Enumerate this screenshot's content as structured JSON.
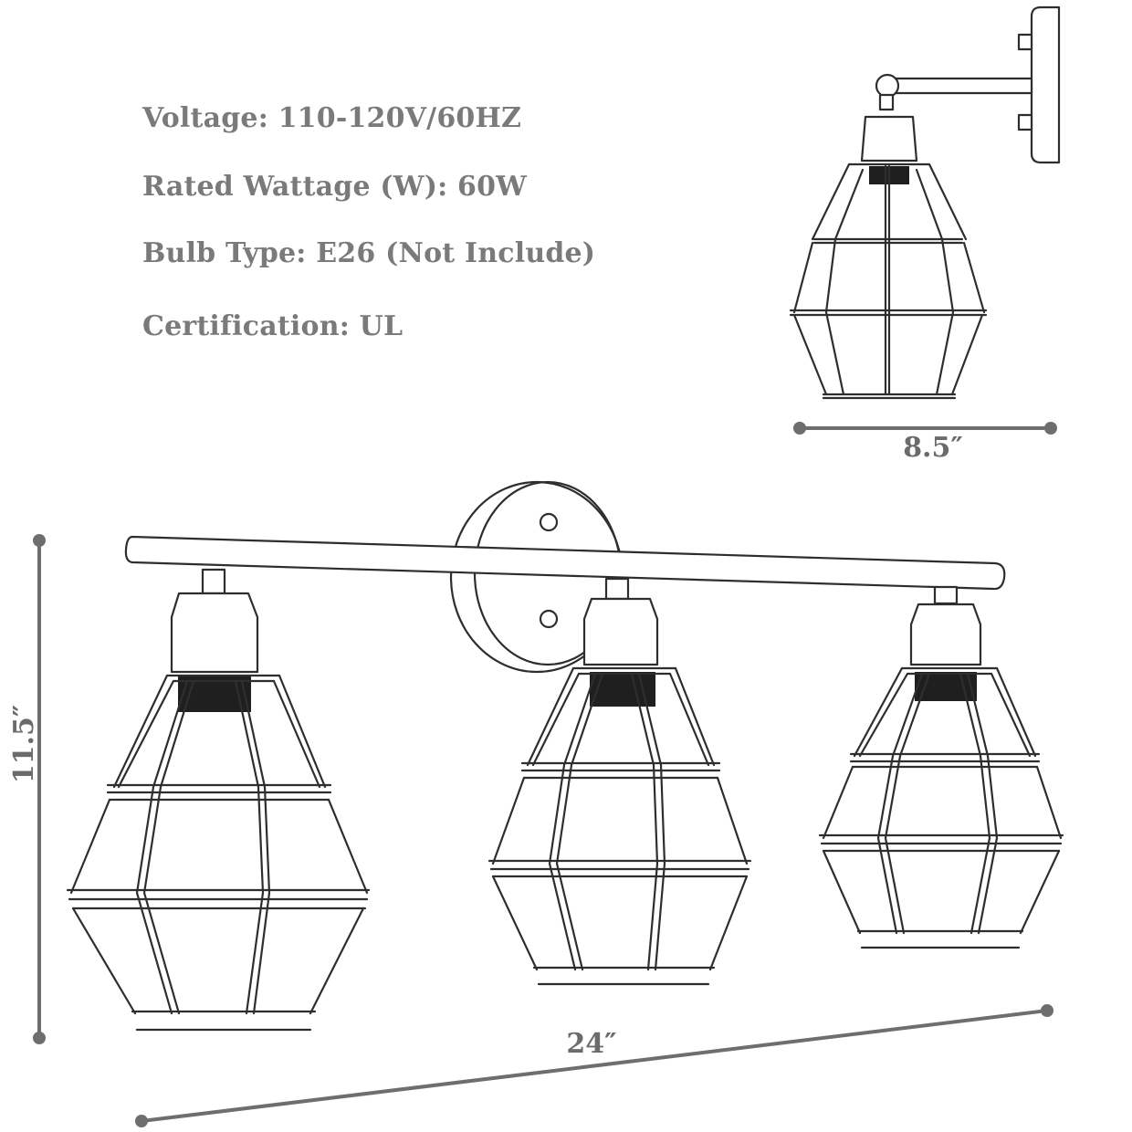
{
  "specs": {
    "voltage": "Voltage: 110-120V/60HZ",
    "wattage": "Rated Wattage (W): 60W",
    "bulb": "Bulb Type: E26 (Not Include)",
    "certification": "Certification: UL"
  },
  "dimensions": {
    "side_depth": "8.5″",
    "height": "11.5″",
    "width": "24″"
  },
  "colors": {
    "text": "#7a7a7a",
    "line": "#2e2e2e",
    "dimension": "#6e6e6e"
  }
}
